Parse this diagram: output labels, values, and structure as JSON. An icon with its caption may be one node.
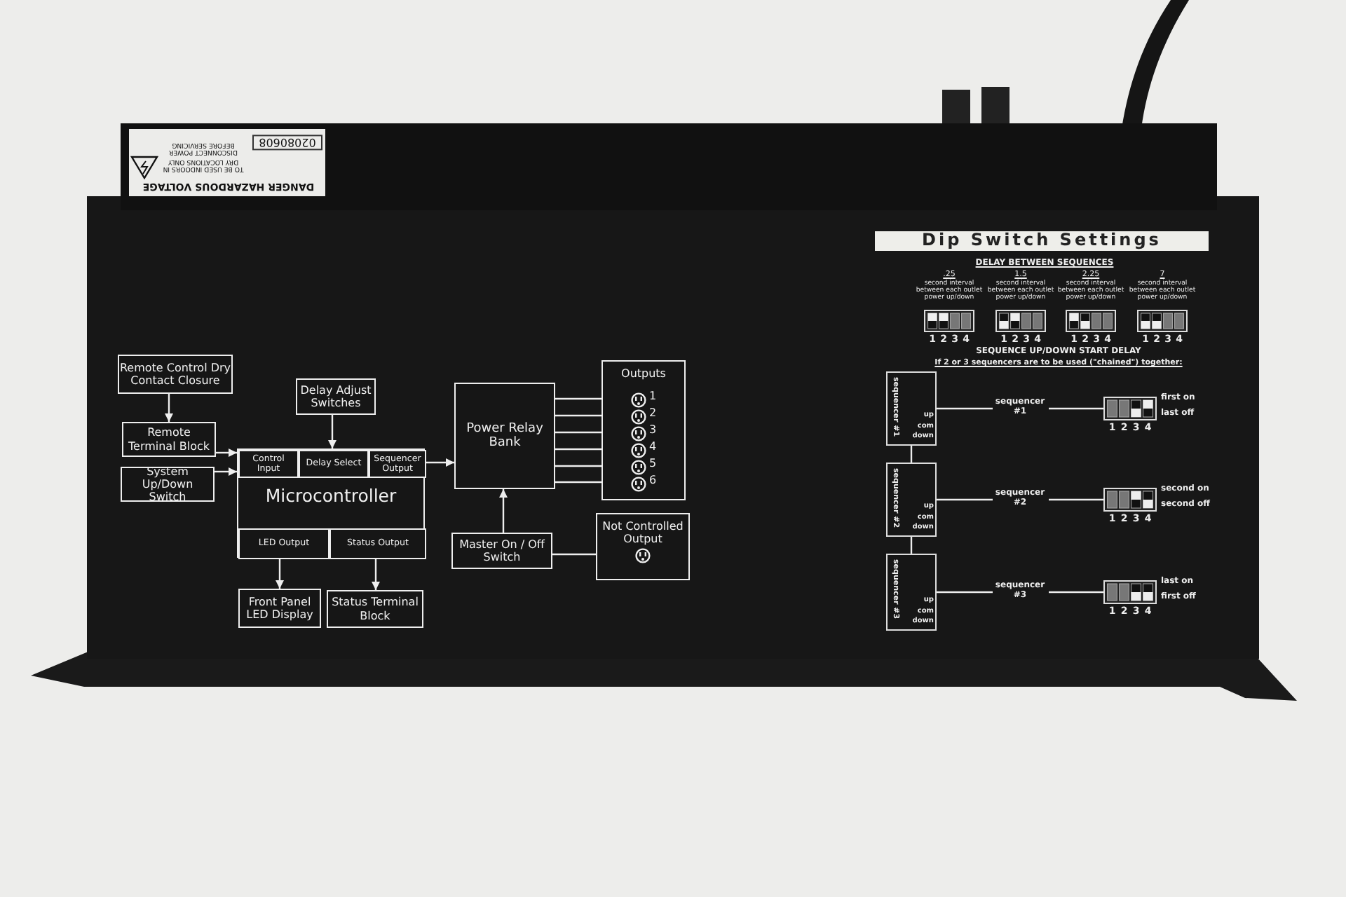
{
  "diagram": {
    "nodes": [
      {
        "text": [
          "Remote Control Dry Contact Closure"
        ]
      },
      {
        "text": [
          "Remote Terminal Block"
        ]
      },
      {
        "text": [
          "System Up/Down Switch"
        ]
      },
      {
        "text": [
          "Delay Adjust Switches"
        ]
      },
      {
        "text": [
          "Microcontroller"
        ]
      },
      {
        "text": [
          "Control Input"
        ],
        "in": 4
      },
      {
        "text": [
          "Delay Select"
        ],
        "in": 4
      },
      {
        "text": [
          "Sequencer Output"
        ],
        "in": 4
      },
      {
        "text": [
          "LED Output"
        ],
        "in": 4
      },
      {
        "text": [
          "Status Output"
        ],
        "in": 4
      },
      {
        "text": [
          "Front Panel LED Display"
        ]
      },
      {
        "text": [
          "Status Terminal Block"
        ]
      },
      {
        "text": [
          "Power Relay Bank"
        ]
      },
      {
        "text": [
          "Outputs"
        ]
      },
      {
        "text": [],
        "shape": "picture",
        "in": 13,
        "beside": [
          "1"
        ]
      },
      {
        "text": [],
        "shape": "picture",
        "in": 13,
        "beside": [
          "2"
        ]
      },
      {
        "text": [],
        "shape": "picture",
        "in": 13,
        "beside": [
          "3"
        ]
      },
      {
        "text": [],
        "shape": "picture",
        "in": 13,
        "beside": [
          "4"
        ]
      },
      {
        "text": [],
        "shape": "picture",
        "in": 13,
        "beside": [
          "5"
        ]
      },
      {
        "text": [],
        "shape": "picture",
        "in": 13,
        "beside": [
          "6"
        ]
      },
      {
        "text": [
          "Master On / Off Switch"
        ]
      },
      {
        "text": [
          "Not Controlled Output"
        ]
      },
      {
        "text": [],
        "shape": "picture",
        "in": 21
      },
      {
        "text": [],
        "shape": "picture",
        "beside": [
          ".25",
          "second interval between each outlet power up/down",
          "1",
          "2",
          "3",
          "4"
        ]
      },
      {
        "text": [],
        "shape": "picture",
        "beside": [
          "1.5",
          "second interval between each outlet power up/down",
          "1",
          "2",
          "3",
          "4"
        ]
      },
      {
        "text": [],
        "shape": "picture",
        "beside": [
          "2.25",
          "second interval between each outlet power up/down",
          "1",
          "2",
          "3",
          "4"
        ]
      },
      {
        "text": [],
        "shape": "picture",
        "beside": [
          "7",
          "second interval between each outlet power up/down",
          "1",
          "2",
          "3",
          "4"
        ]
      },
      {
        "text": [
          "sequencer #1",
          "up",
          "com",
          "down"
        ]
      },
      {
        "text": [
          "sequencer #2",
          "up",
          "com",
          "down"
        ]
      },
      {
        "text": [
          "sequencer #3",
          "up",
          "com",
          "down"
        ]
      },
      {
        "text": [],
        "shape": "picture",
        "beside": [
          "1",
          "2",
          "3",
          "4",
          "first on",
          "last off"
        ]
      },
      {
        "text": [],
        "shape": "picture",
        "beside": [
          "1",
          "2",
          "3",
          "4",
          "second on",
          "second off"
        ]
      },
      {
        "text": [],
        "shape": "picture",
        "beside": [
          "1",
          "2",
          "3",
          "4",
          "last on",
          "first off"
        ]
      }
    ],
    "edges": [
      {
        "from": 0,
        "to": 1,
        "arrow": "to"
      },
      {
        "from": 1,
        "to": 5,
        "arrow": "to"
      },
      {
        "from": 2,
        "to": 5,
        "arrow": "to"
      },
      {
        "from": 3,
        "to": 6,
        "arrow": "to"
      },
      {
        "from": 7,
        "to": 12,
        "arrow": "to"
      },
      {
        "from": 8,
        "to": 10,
        "arrow": "to"
      },
      {
        "from": 9,
        "to": 11,
        "arrow": "to"
      },
      {
        "from": 20,
        "to": 12,
        "arrow": "to"
      },
      {
        "from": 12,
        "to": 14,
        "arrow": "none"
      },
      {
        "from": 12,
        "to": 15,
        "arrow": "none"
      },
      {
        "from": 12,
        "to": 16,
        "arrow": "none"
      },
      {
        "from": 12,
        "to": 17,
        "arrow": "none"
      },
      {
        "from": 12,
        "to": 18,
        "arrow": "none"
      },
      {
        "from": 12,
        "to": 19,
        "arrow": "none"
      },
      {
        "from": 20,
        "to": 22,
        "arrow": "none"
      },
      {
        "from": 27,
        "to": 30,
        "arrow": "none",
        "label": "sequencer #1"
      },
      {
        "from": 28,
        "to": 31,
        "arrow": "none",
        "label": "sequencer #2"
      },
      {
        "from": 29,
        "to": 32,
        "arrow": "none",
        "label": "sequencer #3"
      },
      {
        "from": 27,
        "to": 28,
        "arrow": "none"
      },
      {
        "from": 28,
        "to": 29,
        "arrow": "none"
      }
    ],
    "labels": [
      "Dip Switch Settings",
      "DELAY BETWEEN SEQUENCES",
      "SEQUENCE UP/DOWN START DELAY",
      "If 2 or 3 sequencers are to be used (\"chained\") together:",
      "DANGER HAZARDOUS VOLTAGE",
      "TO BE USED INDOORS IN DRY LOCATIONS ONLY",
      "DISCONNECT POWER BEFORE SERVICING",
      "02080608"
    ]
  }
}
